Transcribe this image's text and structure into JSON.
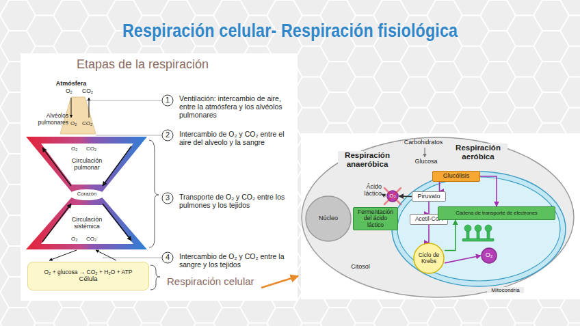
{
  "diagram": {
    "title": "Respiración celular- Respiración fisiológica",
    "nodes": [
      {
        "text": [
          "O₂ + glucosa → CO₂ + H₂O + ATP",
          "Célula"
        ]
      },
      {
        "text": [
          "Citosol"
        ]
      },
      {
        "text": [
          "Núcleo"
        ],
        "in": 1
      },
      {
        "text": [
          "Mitocondria"
        ],
        "in": 1
      },
      {
        "text": [
          "Glucólisis"
        ],
        "in": 1
      },
      {
        "text": [
          "Piruvato"
        ],
        "in": 1
      },
      {
        "text": [
          "Fermentación del ácido láctico"
        ],
        "in": 1
      },
      {
        "text": [
          "O₂"
        ],
        "in": 1
      },
      {
        "text": [
          "Acetil-CoA"
        ],
        "in": 3
      },
      {
        "text": [
          "Cadena de transporte de electrones"
        ],
        "in": 3
      },
      {
        "text": [
          "Ciclo de Krebs"
        ],
        "in": 3
      },
      {
        "text": [
          "O₂"
        ],
        "in": 3
      }
    ],
    "edges": [
      {
        "from": 4,
        "to": 5,
        "arrow": "to"
      },
      {
        "from": 4,
        "to": 9,
        "arrow": "to"
      },
      {
        "from": 5,
        "to": 8,
        "arrow": "to"
      },
      {
        "from": 5,
        "to": 7,
        "arrow": "to"
      },
      {
        "from": 8,
        "to": 10,
        "arrow": "to"
      },
      {
        "from": 10,
        "to": 9,
        "arrow": "to"
      },
      {
        "from": 10,
        "to": 11,
        "arrow": "to"
      }
    ],
    "labels": [
      "Etapas de la respiración",
      "Atmósfera",
      "O₂",
      "CO₂",
      "Alvéolos pulmonares",
      "O₂",
      "CO₂",
      "O₂",
      "CO₂",
      "Circulación pulmonar",
      "Corazón",
      "Circulación sistémica",
      "O₂",
      "CO₂",
      "1",
      "Ventilación: intercambio de aire, entre la atmósfera y los alvéolos pulmonares",
      "2",
      "Intercambio de O₂ y CO₂ entre el aire del alveolo y la sangre",
      "3",
      "Transporte de O₂ y CO₂ entre los pulmones y los tejidos",
      "4",
      "Intercambio de O₂ y CO₂ entre la sangre y los tejidos",
      "Respiración celular",
      "Carbohidratos",
      "Respiración anaeróbica",
      "Respiración aeróbica",
      "Glucosa",
      "Ácido láctico"
    ]
  }
}
